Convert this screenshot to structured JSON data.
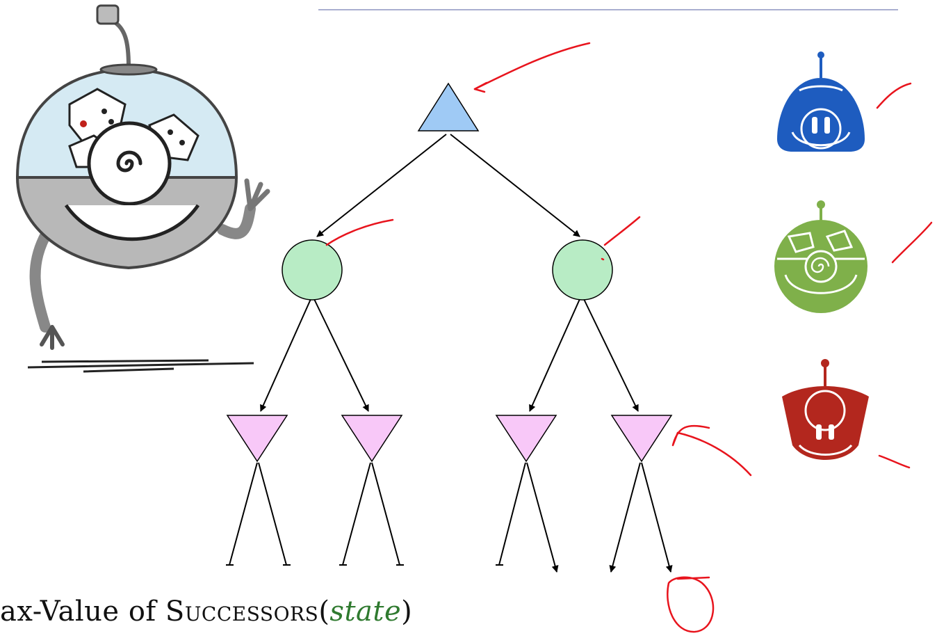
{
  "slide": {
    "caption": {
      "prefix": "ax-Value of ",
      "func": "Successors",
      "open_paren": "(",
      "arg": "state",
      "close_paren": ")"
    }
  },
  "tree": {
    "root": {
      "type": "max",
      "shape": "triangle-up",
      "color": "#9fcaf5"
    },
    "chance": {
      "type": "chance",
      "shape": "circle",
      "color": "#b8ecc5"
    },
    "min": {
      "type": "min",
      "shape": "triangle-down",
      "color": "#f8c8f8"
    }
  },
  "legend_icons": [
    {
      "name": "max-robot-icon",
      "color": "#1e5cbf"
    },
    {
      "name": "chance-robot-icon",
      "color": "#7fb04a"
    },
    {
      "name": "min-robot-icon",
      "color": "#b3271e"
    }
  ],
  "colors": {
    "annotation": "#e8141d",
    "divider": "#a9aed0"
  }
}
